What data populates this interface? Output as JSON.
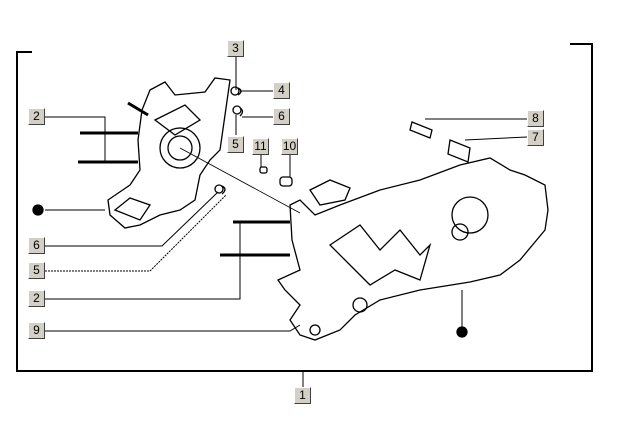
{
  "diagram": {
    "callouts": {
      "c3": "3",
      "c4": "4",
      "c6a": "6",
      "c5a": "5",
      "c11": "11",
      "c10": "10",
      "c8": "8",
      "c7": "7",
      "c2a": "2",
      "c6b": "6",
      "c5b": "5",
      "c2b": "2",
      "c9": "9",
      "c1": "1"
    },
    "colors": {
      "ink": "#000000",
      "tag_bg": "#d4d0c8"
    }
  }
}
